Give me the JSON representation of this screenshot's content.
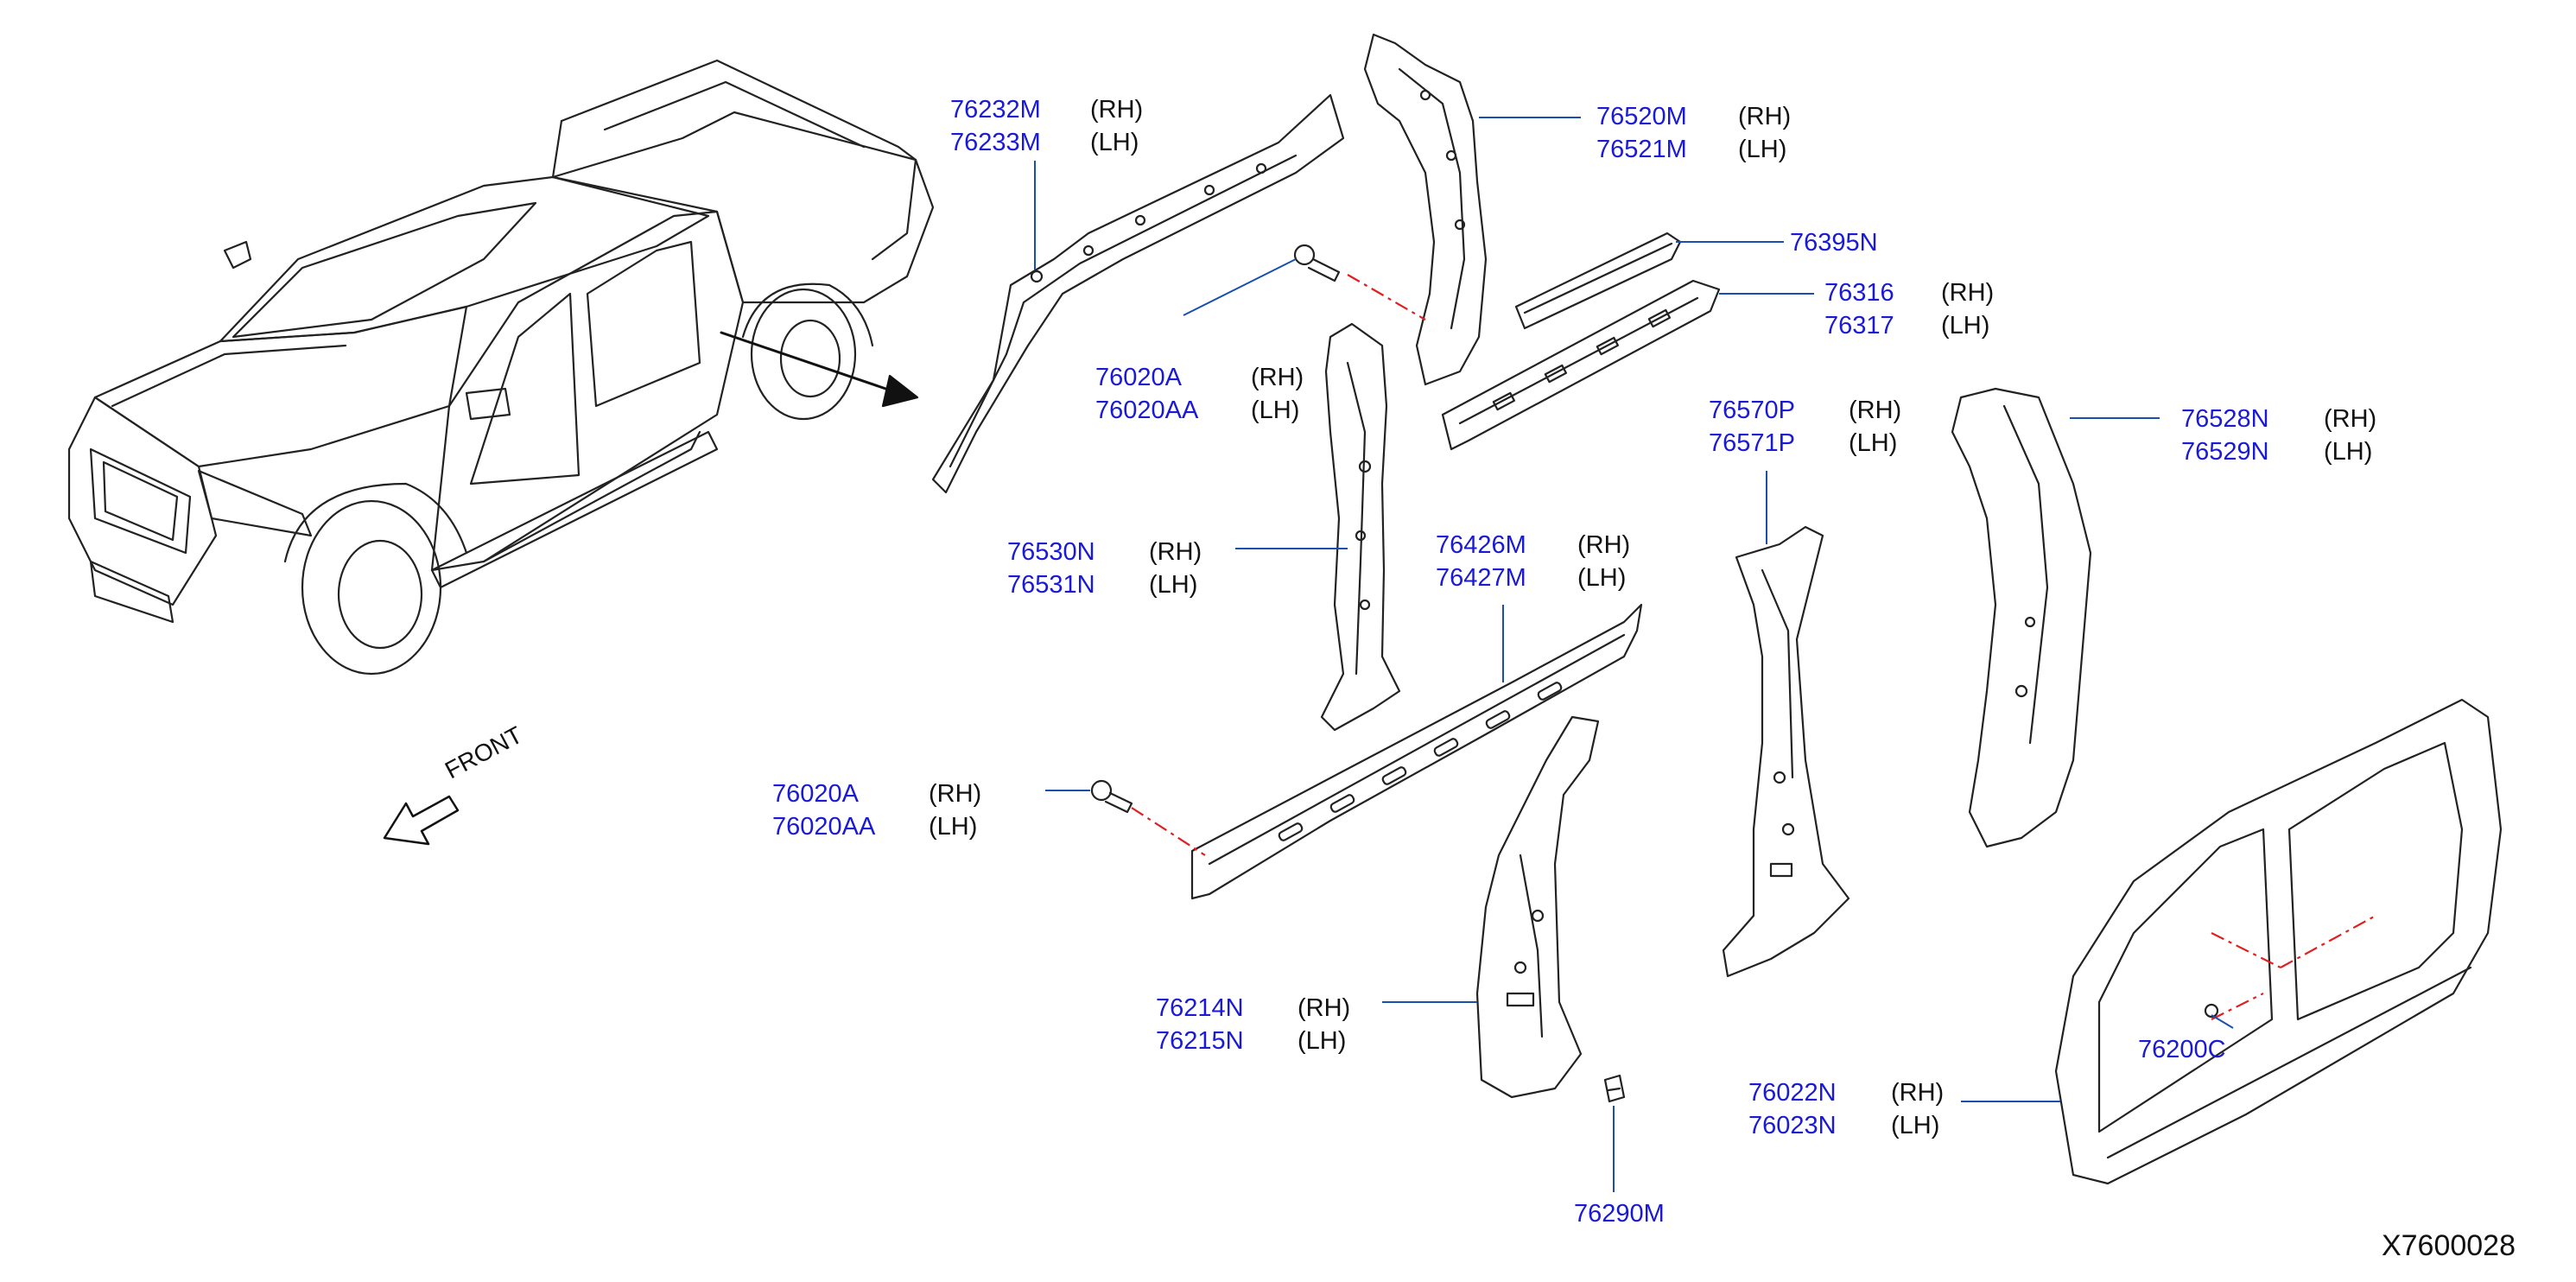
{
  "front_label": "FRONT",
  "reference_code": "X7600028",
  "callouts": [
    {
      "part": "76232M",
      "side": "(RH)"
    },
    {
      "part": "76233M",
      "side": "(LH)"
    },
    {
      "part": "76520M",
      "side": "(RH)"
    },
    {
      "part": "76521M",
      "side": "(LH)"
    },
    {
      "part": "76395N",
      "side": ""
    },
    {
      "part": "76316",
      "side": "(RH)"
    },
    {
      "part": "76317",
      "side": "(LH)"
    },
    {
      "part": "76020A",
      "side": "(RH)"
    },
    {
      "part": "76020AA",
      "side": "(LH)"
    },
    {
      "part": "76570P",
      "side": "(RH)"
    },
    {
      "part": "76571P",
      "side": "(LH)"
    },
    {
      "part": "76528N",
      "side": "(RH)"
    },
    {
      "part": "76529N",
      "side": "(LH)"
    },
    {
      "part": "76530N",
      "side": "(RH)"
    },
    {
      "part": "76531N",
      "side": "(LH)"
    },
    {
      "part": "76426M",
      "side": "(RH)"
    },
    {
      "part": "76427M",
      "side": "(LH)"
    },
    {
      "part": "76020A",
      "side": "(RH)"
    },
    {
      "part": "76020AA",
      "side": "(LH)"
    },
    {
      "part": "76214N",
      "side": "(RH)"
    },
    {
      "part": "76215N",
      "side": "(LH)"
    },
    {
      "part": "76200C",
      "side": ""
    },
    {
      "part": "76022N",
      "side": "(RH)"
    },
    {
      "part": "76023N",
      "side": "(LH)"
    },
    {
      "part": "76290M",
      "side": ""
    }
  ],
  "colors": {
    "part_number": "#1a1ad6",
    "line_art": "#222222",
    "leader": "#1a4fb0",
    "hidden_line": "#e02020"
  }
}
